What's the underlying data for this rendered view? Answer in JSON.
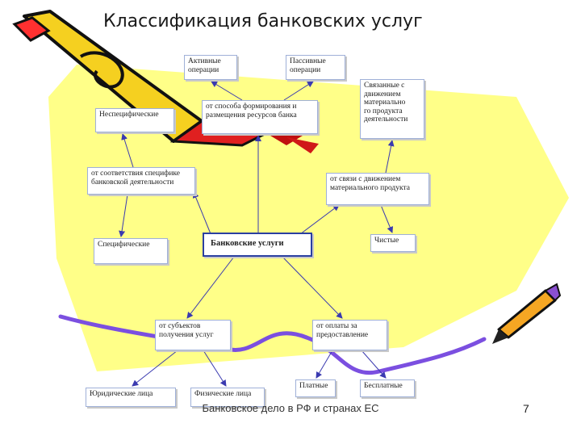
{
  "slide": {
    "title": "Классификация банковских услуг",
    "footer": "Банковское дело в РФ и странах ЕС",
    "page_number": "7"
  },
  "diagram": {
    "center": "Банковские услуги",
    "nodes": {
      "active_ops": "Активные\nоперации",
      "passive_ops": "Пассивные\nоперации",
      "nonspecific": "Неспецифические",
      "resource_method": "от способа формирования и\nразмещения ресурсов банка",
      "material_related": "Связанные с\nдвижением\nматериально\nго продукта\nдеятельности",
      "specificity": "от соответствия специфике\nбанковской деятельности",
      "material_link": "от связи с движением\nматериального продукта",
      "specific": "Специфические",
      "pure": "Чистые",
      "subjects": "от субъектов\nполучения услуг",
      "payment": "от оплаты за\nпредоставление",
      "legal": "Юридические лица",
      "physical": "Физические лица",
      "paid": "Платные",
      "free": "Бесплатные"
    }
  },
  "colors": {
    "background_shape": "#ffff88",
    "pencil_body": "#f5d020",
    "pencil_tip": "#e02020",
    "wave": "#7b4fe0",
    "arrow": "#3a3ab0"
  }
}
